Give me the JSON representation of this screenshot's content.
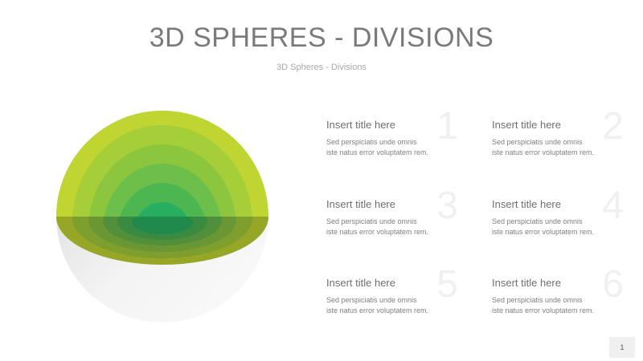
{
  "slide": {
    "title": "3D SPHERES - DIVISIONS",
    "subtitle": "3D Spheres - Divisions",
    "page_number": "1"
  },
  "colors": {
    "title": "#7a7a7a",
    "layer_1": "#c0d432",
    "layer_2": "#a6ce39",
    "layer_3": "#8cc63f",
    "layer_4": "#6dbf4b",
    "layer_5": "#4cb651",
    "layer_6": "#27ae60",
    "shell": "#eeeeee"
  },
  "items": [
    {
      "number": "1",
      "title": "Insert title here",
      "line1": "Sed perspiciatis unde omnis",
      "line2": "iste natus error voluptatem rem."
    },
    {
      "number": "2",
      "title": "Insert title here",
      "line1": "Sed perspiciatis unde omnis",
      "line2": "iste natus error voluptatem rem."
    },
    {
      "number": "3",
      "title": "Insert title here",
      "line1": "Sed perspiciatis unde omnis",
      "line2": "iste natus error voluptatem rem."
    },
    {
      "number": "4",
      "title": "Insert title here",
      "line1": "Sed perspiciatis unde omnis",
      "line2": "iste natus error voluptatem rem."
    },
    {
      "number": "5",
      "title": "Insert title here",
      "line1": "Sed perspiciatis unde omnis",
      "line2": "iste natus error voluptatem rem."
    },
    {
      "number": "6",
      "title": "Insert title here",
      "line1": "Sed perspiciatis unde omnis",
      "line2": "iste natus error voluptatem rem."
    }
  ]
}
